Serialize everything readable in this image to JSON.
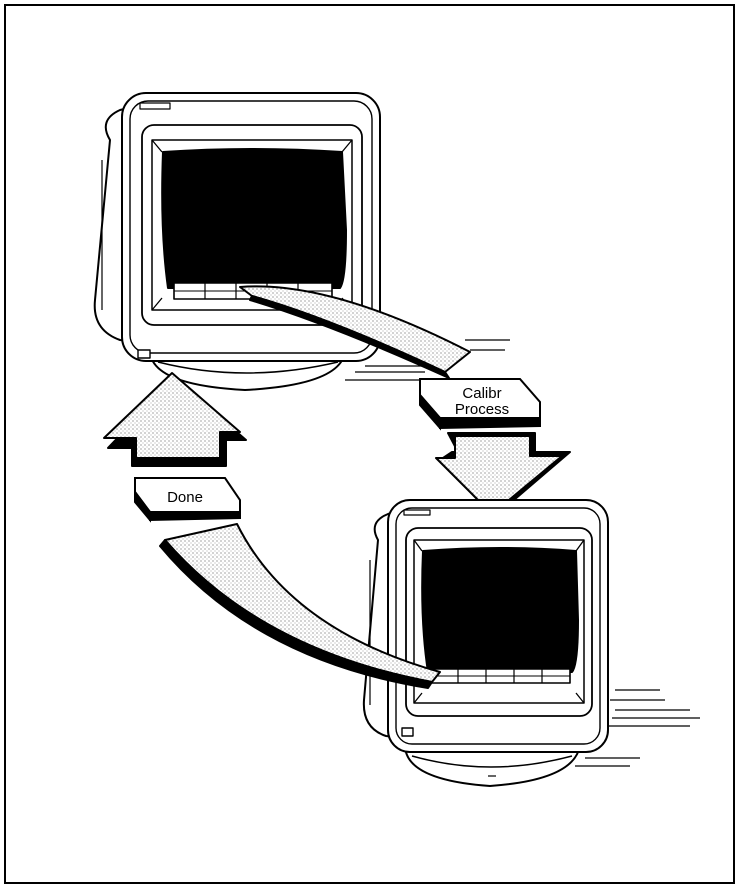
{
  "keys": {
    "calibr_line1": "Calibr",
    "calibr_line2": "Process",
    "done": "Done"
  },
  "colors": {
    "ink": "#000000",
    "paper": "#ffffff",
    "screen": "#000000",
    "shade": "#d8d8d8"
  },
  "icons": {
    "arrow_down": "down-arrow-icon",
    "arrow_up": "up-arrow-icon"
  }
}
